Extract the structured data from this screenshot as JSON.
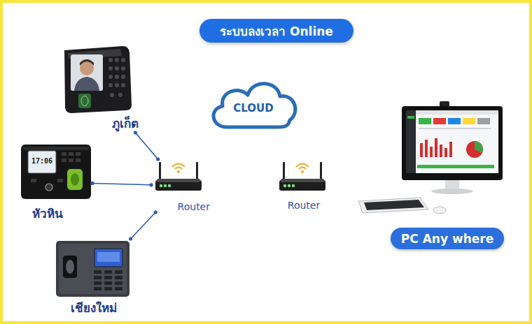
{
  "diagram": {
    "title": "ระบบลงเวลา Online",
    "nodes": [
      {
        "text": [
          "ภูเก็ต"
        ]
      },
      {
        "text": [
          "หัวหิน"
        ]
      },
      {
        "text": [
          "เชียงใหม่"
        ]
      },
      {
        "text": [
          "Router"
        ]
      },
      {
        "text": [
          "CLOUD"
        ]
      },
      {
        "text": [
          "Router"
        ]
      },
      {
        "text": [
          "PC Any where"
        ]
      }
    ],
    "edges": [
      {
        "from": 0,
        "to": 3,
        "arrow": "none"
      },
      {
        "from": 1,
        "to": 3,
        "arrow": "none"
      },
      {
        "from": 2,
        "to": 3,
        "arrow": "none"
      }
    ],
    "labels": [
      "17:06"
    ]
  }
}
